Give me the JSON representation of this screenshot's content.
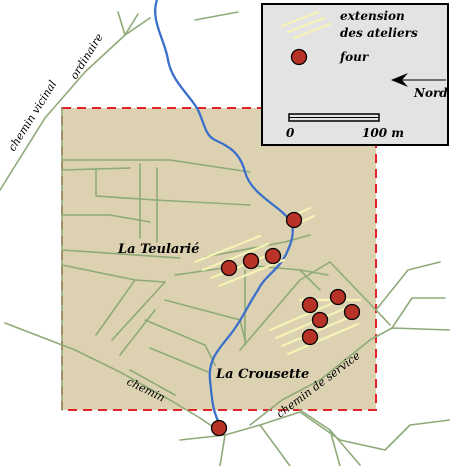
{
  "places": {
    "teularie": "La Teularié",
    "crousette": "La Crousette"
  },
  "roads": {
    "vicinal_1": "chemin vicinal",
    "vicinal_2": "ordinaire",
    "chemin": "chemin",
    "service": "chemin de service"
  },
  "legend": {
    "extension_1": "extension",
    "extension_2": "des ateliers",
    "four": "four",
    "north": "Nord",
    "scale_start": "0",
    "scale_end": "100 m"
  },
  "colors": {
    "zone_fill": "#dcd2b2",
    "zone_border": "#e0242a",
    "river": "#3b6fc9",
    "road": "#8faa78",
    "kiln": "#b83227",
    "hatch": "#f6f3b6",
    "legend_bg": "#e3e3e3"
  }
}
